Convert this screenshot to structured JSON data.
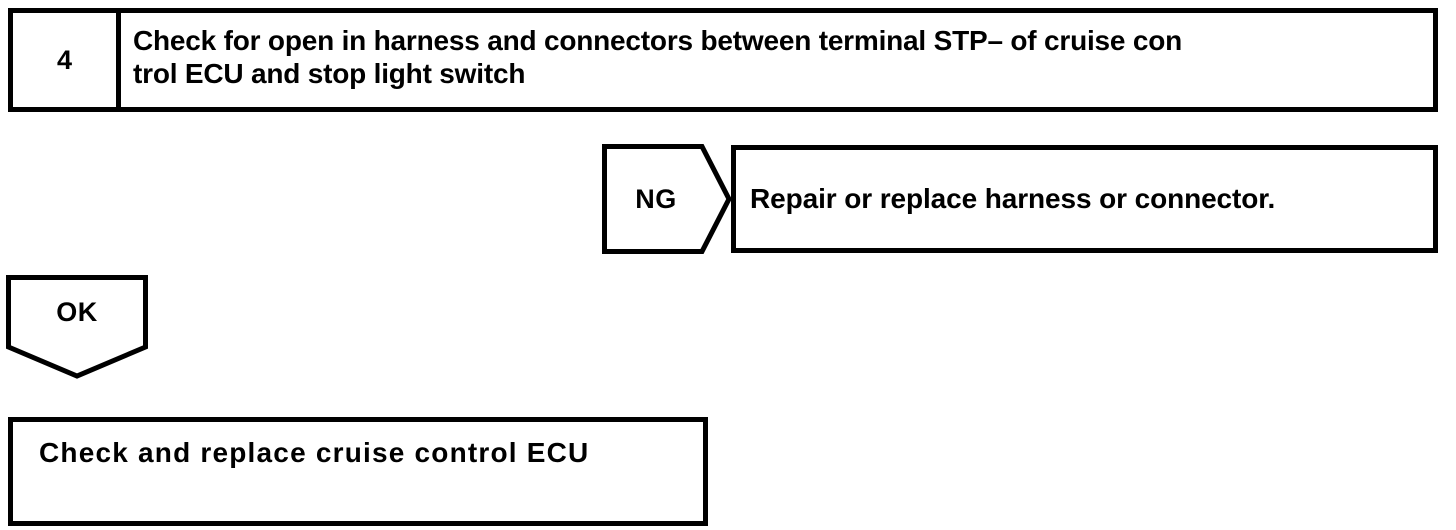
{
  "diagram": {
    "type": "troubleshooting-flowchart",
    "colors": {
      "ink": "#000000",
      "paper": "#ffffff"
    },
    "step": {
      "number": "4",
      "instruction_line_1": "Check for open in harness and connectors between terminal STP– of cruise con",
      "instruction_line_2": "trol ECU and stop light switch"
    },
    "branches": {
      "ng": {
        "label": "NG",
        "result_text": "Repair or replace harness or connector."
      },
      "ok": {
        "label": "OK",
        "result_text": "Check and replace cruise control ECU"
      }
    }
  }
}
